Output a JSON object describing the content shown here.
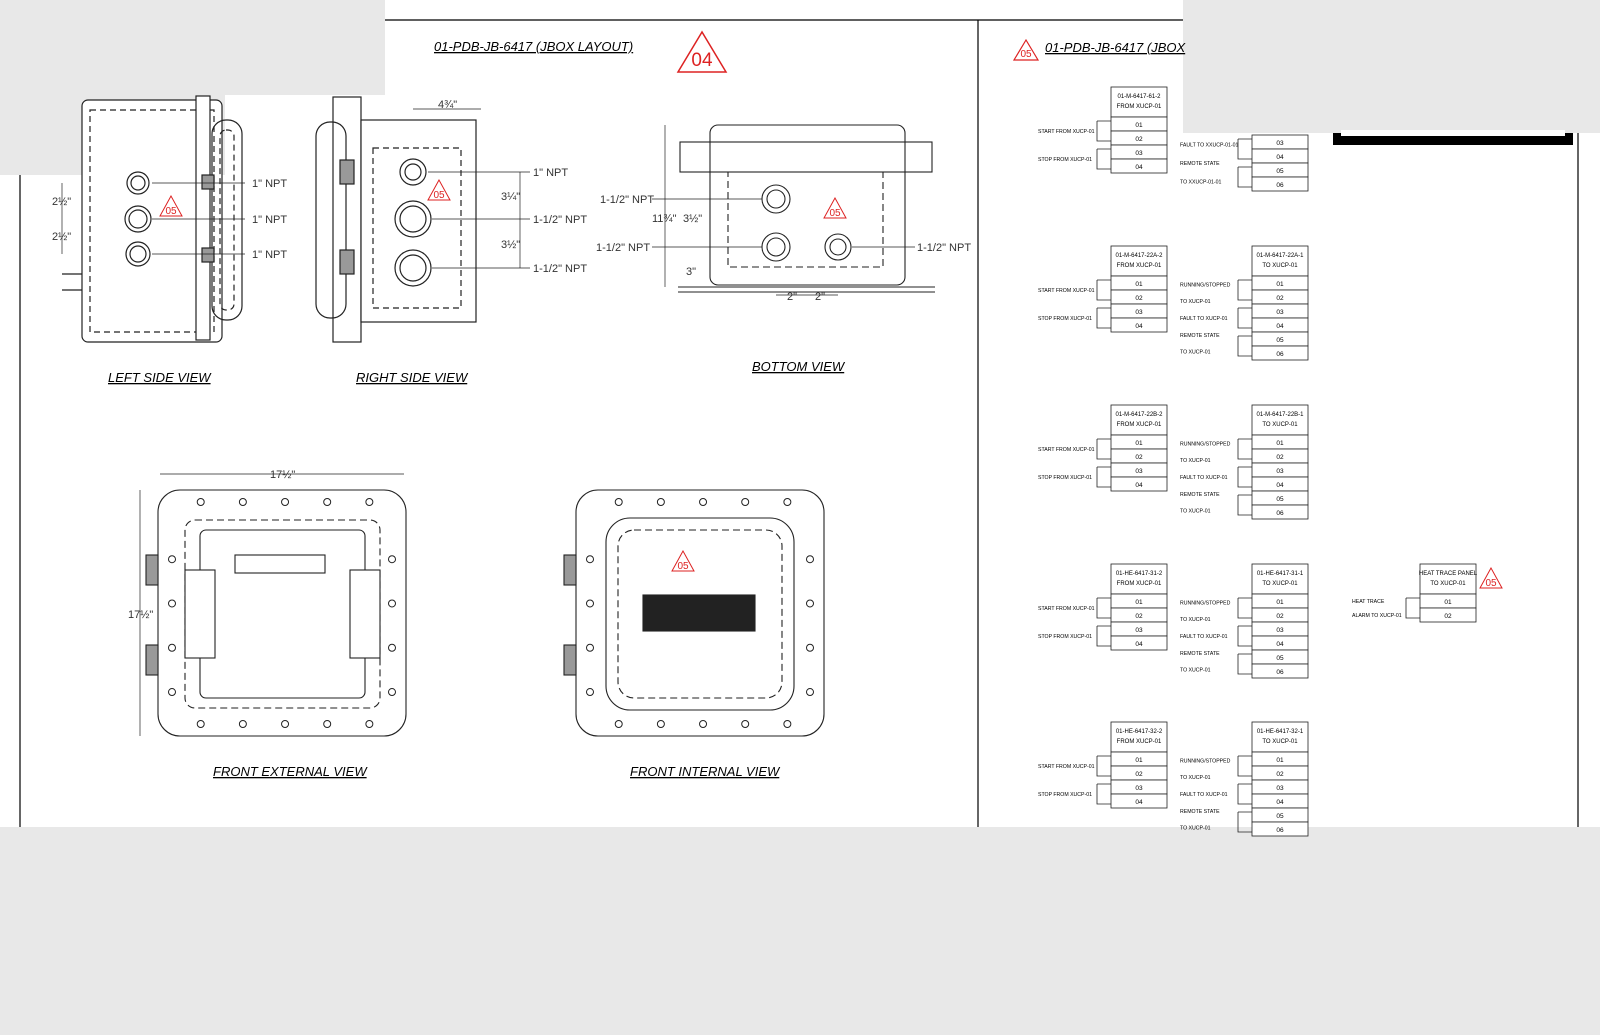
{
  "layout_title": "01-PDB-JB-6417 (JBOX  LAYOUT)",
  "wiring_title": "01-PDB-JB-6417 (JBOX",
  "rev_main": "04",
  "rev_tag": "05",
  "views": {
    "left_side": "LEFT SIDE VIEW",
    "right_side": "RIGHT SIDE VIEW",
    "bottom": "BOTTOM VIEW",
    "front_external": "FRONT EXTERNAL VIEW",
    "front_internal": "FRONT INTERNAL VIEW"
  },
  "dims": {
    "npt_1": "1\" NPT",
    "npt_1_5": "1-1/2\" NPT",
    "w_4_34": "4¾\"",
    "d_2_12": "2½\"",
    "d_3_14": "3¼\"",
    "d_3_12": "3½\"",
    "d_11_34": "11¾\"",
    "d_3": "3\"",
    "d_2": "2\"",
    "d_17_12": "17½\""
  },
  "terminal_blocks": [
    {
      "title1": "01-M-6417-61-2",
      "title2": "FROM XUCP-01",
      "terms": [
        "01",
        "02",
        "03",
        "04"
      ],
      "signals": [
        "START FROM XUCP-01",
        "STOP FROM XUCP-01"
      ]
    },
    {
      "title1": "",
      "title2": "",
      "terms": [
        "03",
        "04",
        "05",
        "06"
      ],
      "signals": [
        "FAULT TO XXUCP-01-01",
        "REMOTE STATE",
        "TO XXUCP-01-01"
      ]
    },
    {
      "title1": "01-M-6417-22A-2",
      "title2": "FROM XUCP-01",
      "terms": [
        "01",
        "02",
        "03",
        "04"
      ],
      "signals": [
        "START FROM XUCP-01",
        "STOP FROM XUCP-01"
      ]
    },
    {
      "title1": "01-M-6417-22A-1",
      "title2": "TO XUCP-01",
      "terms": [
        "01",
        "02",
        "03",
        "04",
        "05",
        "06"
      ],
      "signals": [
        "RUNNING/STOPPED",
        "TO XUCP-01",
        "FAULT TO XUCP-01",
        "REMOTE STATE",
        "TO XUCP-01"
      ]
    },
    {
      "title1": "01-M-6417-22B-2",
      "title2": "FROM XUCP-01",
      "terms": [
        "01",
        "02",
        "03",
        "04"
      ],
      "signals": [
        "START FROM XUCP-01",
        "STOP FROM XUCP-01"
      ]
    },
    {
      "title1": "01-M-6417-22B-1",
      "title2": "TO XUCP-01",
      "terms": [
        "01",
        "02",
        "03",
        "04",
        "05",
        "06"
      ],
      "signals": [
        "RUNNING/STOPPED",
        "TO XUCP-01",
        "FAULT TO XUCP-01",
        "REMOTE STATE",
        "TO XUCP-01"
      ]
    },
    {
      "title1": "01-HE-6417-31-2",
      "title2": "FROM XUCP-01",
      "terms": [
        "01",
        "02",
        "03",
        "04"
      ],
      "signals": [
        "START FROM XUCP-01",
        "STOP FROM XUCP-01"
      ]
    },
    {
      "title1": "01-HE-6417-31-1",
      "title2": "TO XUCP-01",
      "terms": [
        "01",
        "02",
        "03",
        "04",
        "05",
        "06"
      ],
      "signals": [
        "RUNNING/STOPPED",
        "TO XUCP-01",
        "FAULT TO XUCP-01",
        "REMOTE STATE",
        "TO XUCP-01"
      ]
    },
    {
      "title1": "HEAT TRACE PANEL",
      "title2": "TO XUCP-01",
      "terms": [
        "01",
        "02"
      ],
      "signals": [
        "HEAT TRACE",
        "ALARM TO XUCP-01"
      ]
    },
    {
      "title1": "01-HE-6417-32-2",
      "title2": "FROM XUCP-01",
      "terms": [
        "01",
        "02",
        "03",
        "04"
      ],
      "signals": [
        "START FROM XUCP-01",
        "STOP FROM XUCP-01"
      ]
    },
    {
      "title1": "01-HE-6417-32-1",
      "title2": "TO XUCP-01",
      "terms": [
        "01",
        "02",
        "03",
        "04",
        "05",
        "06"
      ],
      "signals": [
        "RUNNING/STOPPED",
        "TO XUCP-01",
        "FAULT TO XUCP-01",
        "REMOTE STATE",
        "TO XUCP-01"
      ]
    }
  ]
}
